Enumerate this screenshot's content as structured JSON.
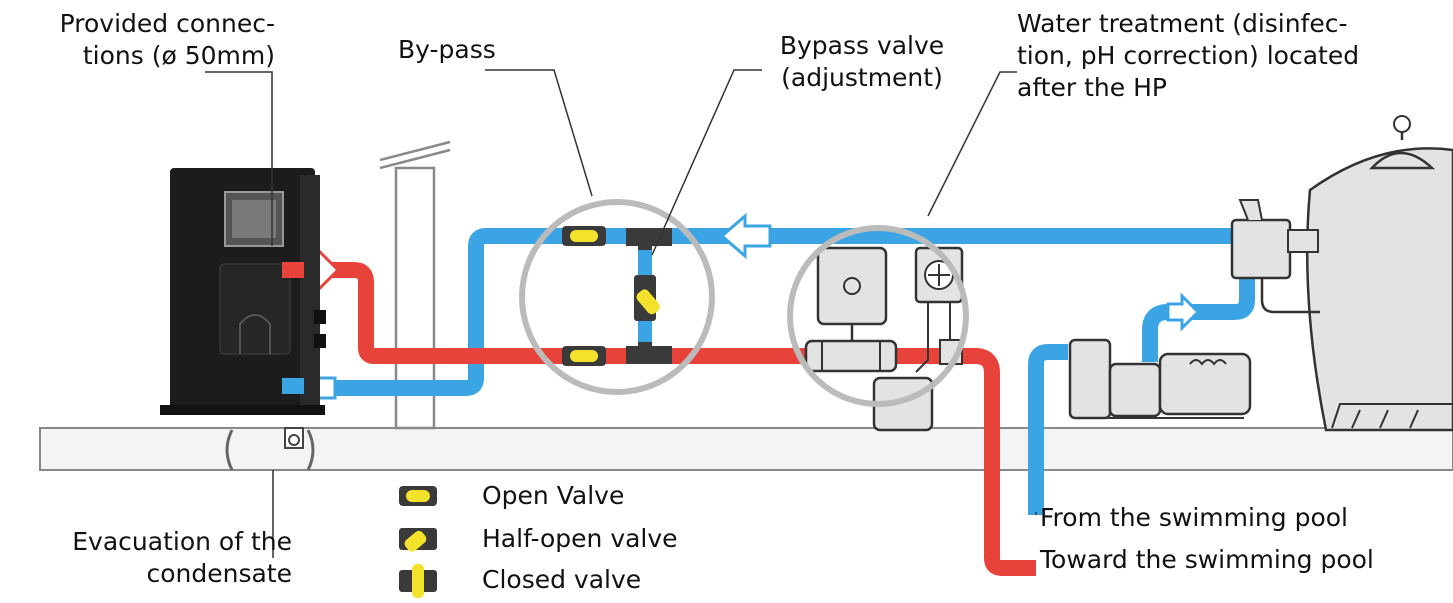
{
  "labels": {
    "provided_connections": [
      "Provided connec-",
      "tions (ø 50mm)"
    ],
    "bypass": "By-pass",
    "bypass_valve": [
      "Bypass valve",
      "(adjustment)"
    ],
    "water_treatment": [
      "Water treatment (disinfec-",
      "tion, pH correction) located",
      "after the HP"
    ],
    "evacuation": [
      "Evacuation of the",
      "condensate"
    ],
    "from_pool": "From the swimming pool",
    "toward_pool": "Toward the swimming pool"
  },
  "legend": [
    {
      "icon": "open-valve-icon",
      "label": "Open Valve"
    },
    {
      "icon": "half-open-valve-icon",
      "label": "Half-open valve"
    },
    {
      "icon": "closed-valve-icon",
      "label": "Closed valve"
    }
  ],
  "colors": {
    "hot_pipe": "#e8433a",
    "cold_pipe": "#3aa4e4",
    "valve_yellow": "#f2e22b",
    "heat_pump": "#1c1c1c",
    "equipment_gray": "#e3e3e3"
  }
}
